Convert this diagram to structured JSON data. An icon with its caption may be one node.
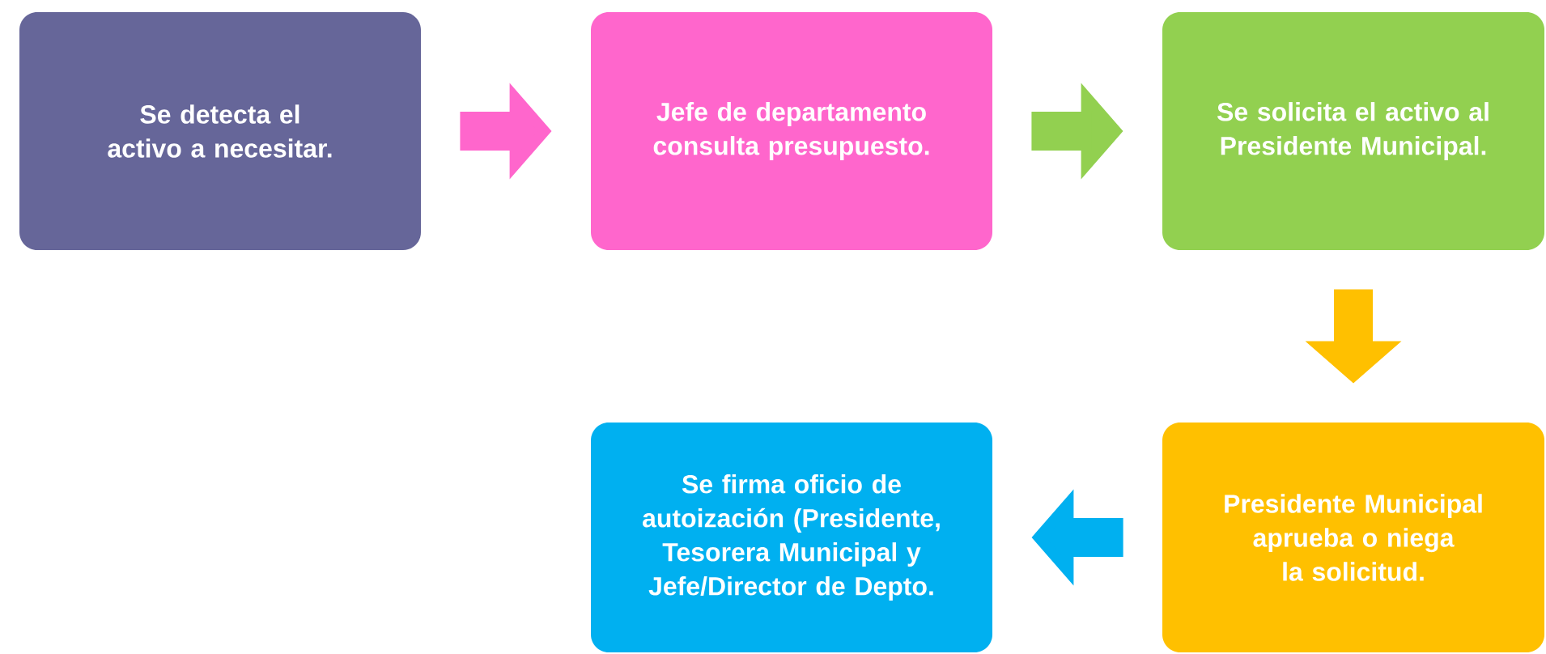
{
  "diagram": {
    "nodes": [
      {
        "text": [
          "Se detecta el activo a necesitar."
        ]
      },
      {
        "text": [
          "Jefe de departamento consulta presupuesto."
        ]
      },
      {
        "text": [
          "Se solicita el activo al Presidente Municipal."
        ]
      },
      {
        "text": [
          "Se firma oficio de autoización (Presidente, Tesorera Municipal y Jefe/Director de Depto."
        ]
      },
      {
        "text": [
          "Presidente Municipal aprueba o niega la solicitud."
        ]
      }
    ],
    "edges": [
      {
        "from": 0,
        "to": 1,
        "arrow": "to",
        "color": "#ff66cc"
      },
      {
        "from": 1,
        "to": 2,
        "arrow": "to",
        "color": "#92d050"
      },
      {
        "from": 2,
        "to": 4,
        "arrow": "to",
        "color": "#ffc000"
      },
      {
        "from": 4,
        "to": 3,
        "arrow": "to",
        "color": "#00b0f0"
      }
    ]
  }
}
